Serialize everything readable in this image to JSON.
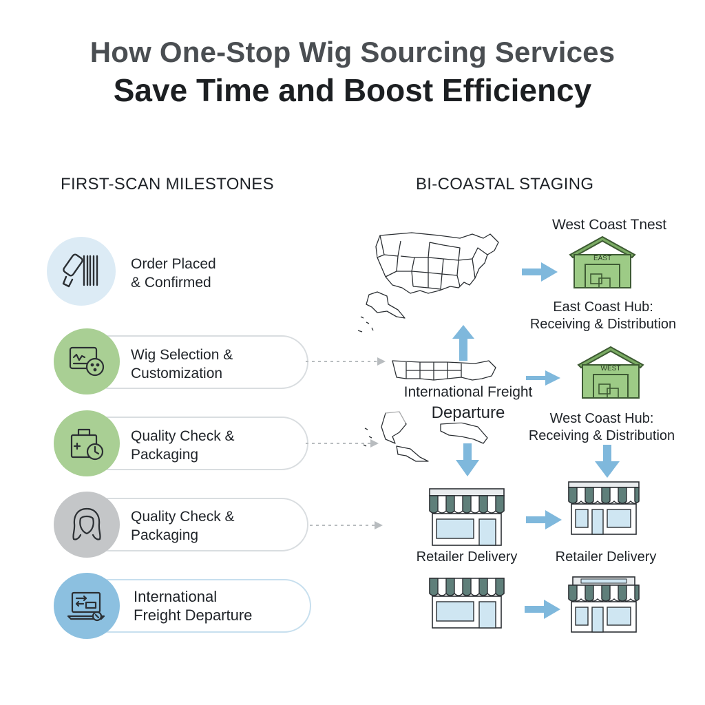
{
  "title": {
    "line1": "How One-Stop Wig Sourcing Services",
    "line2": "Save Time and Boost Efficiency"
  },
  "left_section": {
    "heading": "FIRST-SCAN MILESTONES",
    "steps": [
      {
        "line1": "Order Placed",
        "line2": "& Confirmed",
        "icon": "barcode-scanner-icon",
        "circle_color": "#dcebf5"
      },
      {
        "line1": "Wig Selection &",
        "line2": "Customization",
        "icon": "customization-card-icon",
        "circle_color": "#a9cf94"
      },
      {
        "line1": "Quality Check &",
        "line2": "Packaging",
        "icon": "package-clock-icon",
        "circle_color": "#a9cf94"
      },
      {
        "line1": "Quality Check &",
        "line2": "Packaging",
        "icon": "wig-hair-icon",
        "circle_color": "#c4c6c8"
      },
      {
        "line1": "International",
        "line2": "Freight Departure",
        "icon": "laptop-tracking-icon",
        "circle_color": "#8cc0e0"
      }
    ]
  },
  "right_section": {
    "heading": "BI-COASTAL STAGING",
    "west_top_label": "West Coast Tnest",
    "warehouse_east_sign": "EAST",
    "warehouse_west_sign": "WEST",
    "east_hub": {
      "line1": "East Coast Hub:",
      "line2": "Receiving & Distribution"
    },
    "west_hub": {
      "line1": "West Coast Hub:",
      "line2": "Receiving & Distribution"
    },
    "freight": {
      "line1": "International Freight",
      "line2": "Departure"
    },
    "retailer_left": "Retailer Delivery",
    "retailer_right": "Retailer Delivery"
  },
  "colors": {
    "arrow_blue": "#7fb8dc",
    "warehouse_green": "#9dcb86",
    "awning_green": "#5f7f7a",
    "store_glass": "#cfe6f2"
  }
}
